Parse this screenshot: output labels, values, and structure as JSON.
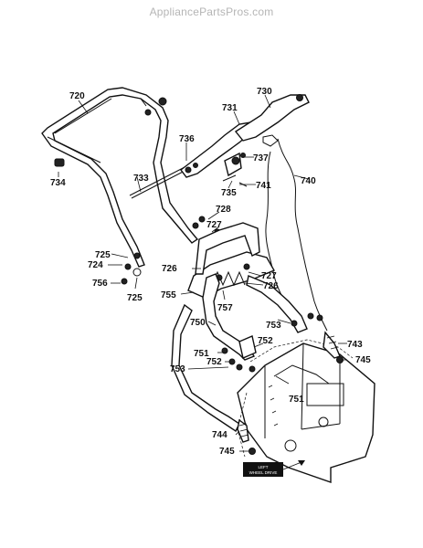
{
  "watermark": "AppliancePartsPros.com",
  "parts": {
    "p720": "720",
    "p730": "730",
    "p731": "731",
    "p736": "736",
    "p737": "737",
    "p740": "740",
    "p733": "733",
    "p734": "734",
    "p735": "735",
    "p741": "741",
    "p728": "728",
    "p727a": "727",
    "p725a": "725",
    "p724": "724",
    "p726a": "726",
    "p756": "756",
    "p725b": "725",
    "p755": "755",
    "p727b": "727",
    "p726b": "726",
    "p757": "757",
    "p750": "750",
    "p753a": "753",
    "p743": "743",
    "p752a": "752",
    "p751a": "751",
    "p752b": "752",
    "p745a": "745",
    "p753b": "753",
    "p751b": "751",
    "p744": "744",
    "p745b": "745"
  },
  "box_label": [
    "LEFT",
    "WHEEL DRIVE"
  ]
}
